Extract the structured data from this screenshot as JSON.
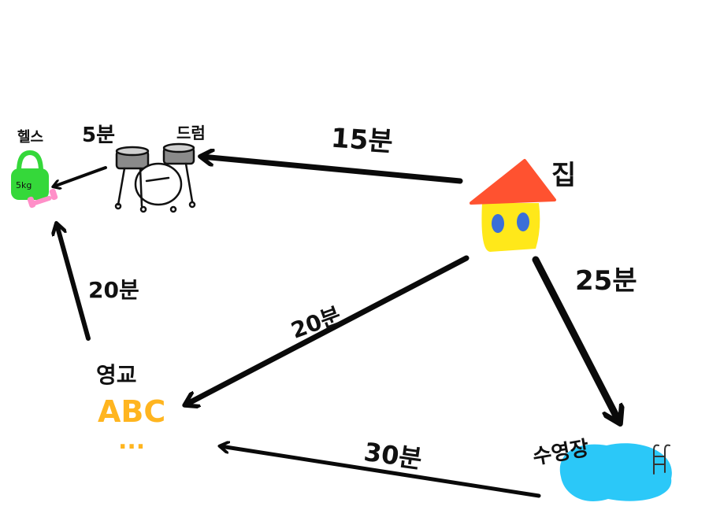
{
  "nodes": {
    "home": "집",
    "drum": "드럼",
    "gym": "헬스",
    "gym_weight": "5kg",
    "english": "영교",
    "english_sign": "ABC",
    "english_dots": "...",
    "pool": "수영장"
  },
  "edges": {
    "home_to_drum": "15분",
    "drum_to_gym": "5분",
    "english_to_gym": "20분",
    "home_to_english": "20분",
    "home_to_pool": "25분",
    "pool_to_english": "30분"
  },
  "colors": {
    "roof": "#ff5230",
    "house": "#ffe81a",
    "window": "#3a6fd8",
    "lock": "#35d83a",
    "dumbbell": "#ff8fc8",
    "pool": "#2bc8f8",
    "abc": "#ffb51f",
    "arrow": "#0a0a0a"
  }
}
